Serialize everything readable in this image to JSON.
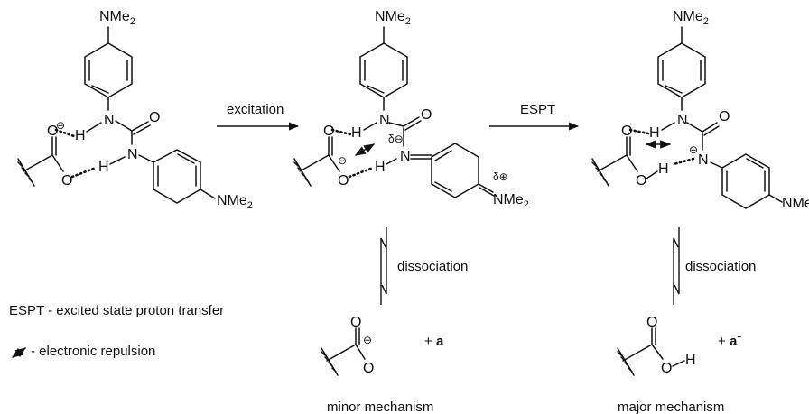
{
  "atoms": {
    "nme2": "NMe",
    "nme2_sub": "2",
    "nme_cut": "NMe",
    "n": "N",
    "o": "O",
    "h": "H"
  },
  "charges": {
    "minus": "⊖",
    "delta_minus": "δ⊖",
    "delta_plus": "δ⊕"
  },
  "arrows": {
    "excitation": "excitation",
    "espt": "ESPT",
    "dissociation_left": "dissociation",
    "dissociation_right": "dissociation"
  },
  "products": {
    "minor_partner": "+ ",
    "minor_partner_bold": "a",
    "major_partner": "+ ",
    "major_partner_bold": "a",
    "major_partner_charge": "-"
  },
  "captions": {
    "minor": "minor mechanism",
    "major": "major mechanism"
  },
  "legend": {
    "espt_definition": "ESPT - excited state proton transfer",
    "repulsion_definition": "- electronic repulsion"
  }
}
